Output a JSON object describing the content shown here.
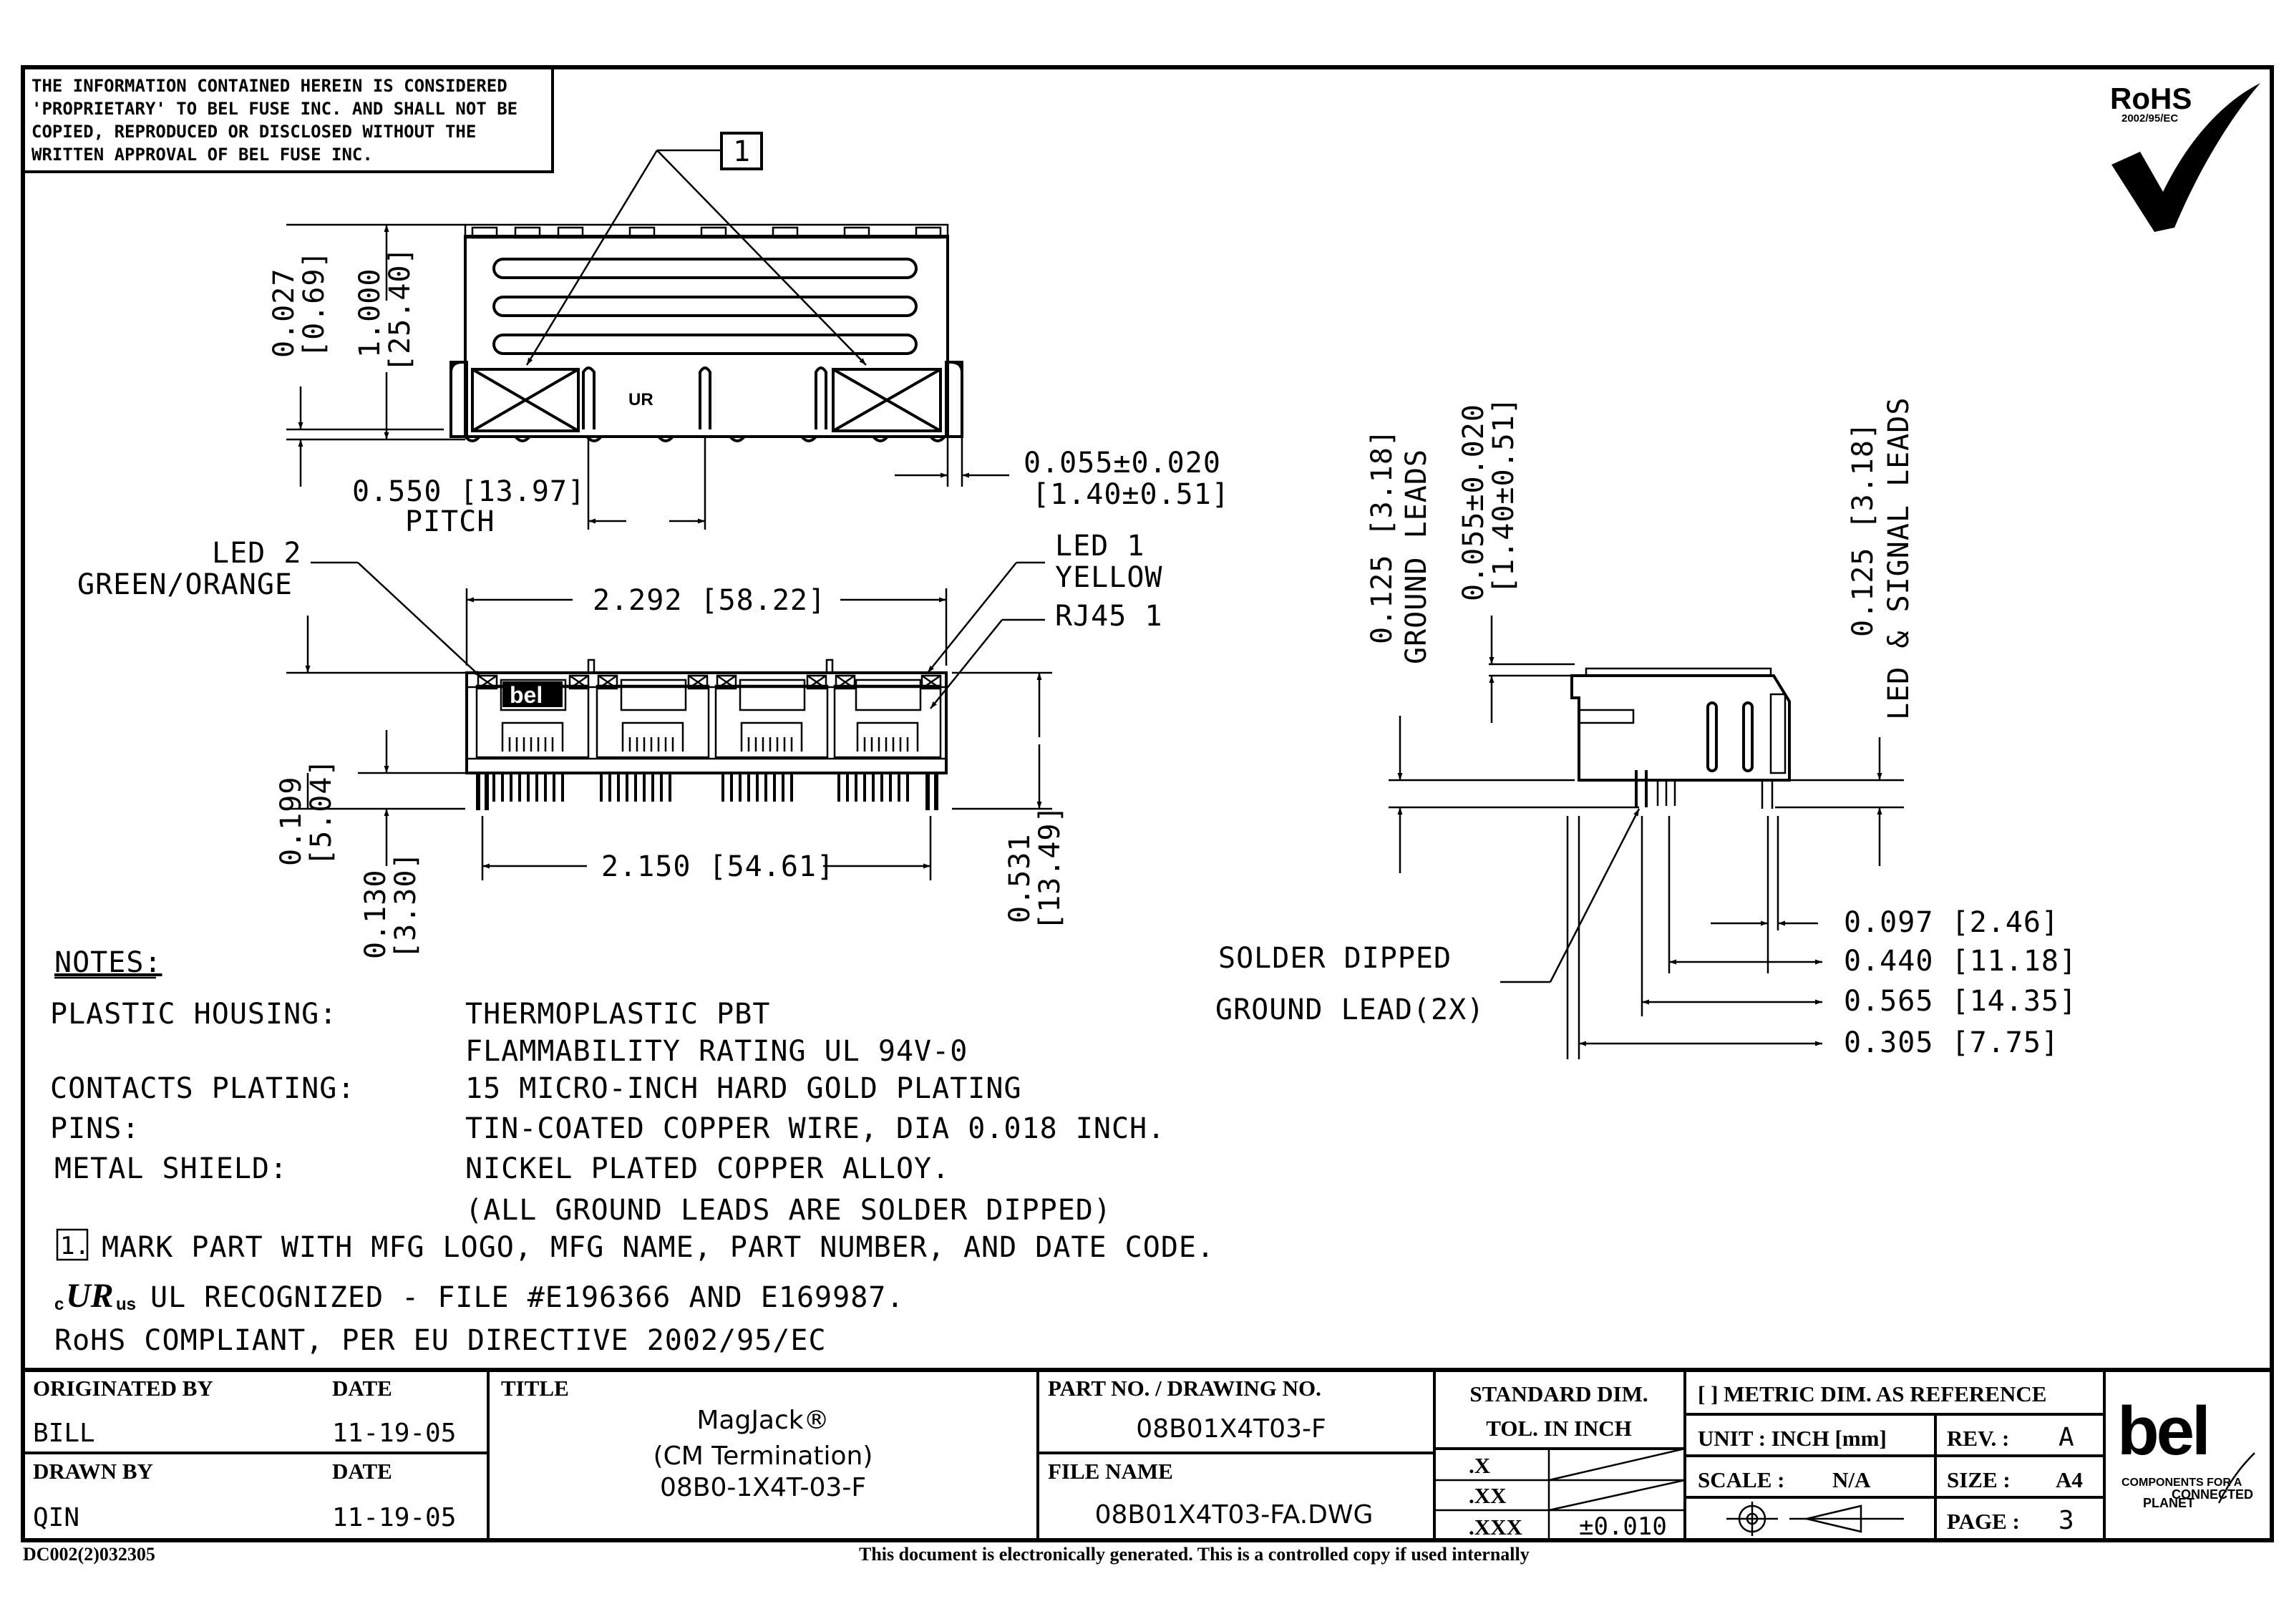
{
  "disclaimer": [
    "THE INFORMATION CONTAINED HEREIN IS CONSIDERED",
    "'PROPRIETARY' TO BEL FUSE INC. AND SHALL NOT BE",
    "COPIED, REPRODUCED OR DISCLOSED WITHOUT THE",
    "WRITTEN APPROVAL OF BEL FUSE INC."
  ],
  "rohs_badge": {
    "label": "RoHS",
    "directive": "2002/95/EC"
  },
  "top_view": {
    "note_marker": "1",
    "dim_height_in": "0.027",
    "dim_height_mm": "[0.69]",
    "dim_total_in": "1.000",
    "dim_total_mm": "[25.40]",
    "pitch_line1": "0.550 [13.97]",
    "pitch_line2": "PITCH",
    "offset_line1": "0.055±0.020",
    "offset_line2": "[1.40±0.51]"
  },
  "front_view": {
    "led2_line1": "LED 2",
    "led2_line2": "GREEN/ORANGE",
    "led1_line1": "LED 1",
    "led1_line2": "YELLOW",
    "rj45": "RJ45 1",
    "width_outer": "2.292 [58.22]",
    "width_inner": "2.150 [54.61]",
    "dim_a_in": "0.199",
    "dim_a_mm": "[5.04]",
    "dim_b_in": "0.130",
    "dim_b_mm": "[3.30]",
    "dim_c_in": "0.531",
    "dim_c_mm": "[13.49]",
    "brand": "bel"
  },
  "side_view": {
    "ground_in": "0.125 [3.18]",
    "ground_label": "GROUND LEADS",
    "offset_in": "0.055±0.020",
    "offset_mm": "[1.40±0.51]",
    "signal_in": "0.125 [3.18]",
    "signal_label": "LED & SIGNAL LEADS",
    "solder_line1": "SOLDER DIPPED",
    "solder_line2": "GROUND LEAD(2X)",
    "dim1": "0.097 [2.46]",
    "dim2": "0.440 [11.18]",
    "dim3": "0.565 [14.35]",
    "dim4": "0.305 [7.75]"
  },
  "notes": {
    "heading": "NOTES:",
    "rows": [
      {
        "label": "PLASTIC HOUSING:",
        "value": "THERMOPLASTIC   PBT"
      },
      {
        "label": "",
        "value": "FLAMMABILITY RATING UL 94V-0"
      },
      {
        "label": "CONTACTS PLATING:",
        "value": "15 MICRO-INCH HARD GOLD PLATING"
      },
      {
        "label": "PINS:",
        "value": "TIN-COATED COPPER WIRE, DIA 0.018 INCH."
      },
      {
        "label": "METAL SHIELD:",
        "value": "NICKEL PLATED COPPER ALLOY."
      },
      {
        "label": "",
        "value": "(ALL GROUND LEADS ARE SOLDER DIPPED)"
      }
    ],
    "mark_num": "1.",
    "mark_text": "MARK PART WITH MFG LOGO, MFG NAME, PART NUMBER, AND DATE CODE.",
    "ul_text": "UL RECOGNIZED - FILE #E196366 AND E169987.",
    "rohs_text": "RoHS COMPLIANT, PER EU DIRECTIVE 2002/95/EC"
  },
  "ul_mark": {
    "c": "c",
    "ur": "UR",
    "us": "us"
  },
  "title_block": {
    "originated_by_label": "ORIGINATED BY",
    "originated_by": "BILL",
    "date_label": "DATE",
    "originated_date": "11-19-05",
    "drawn_by_label": "DRAWN BY",
    "drawn_by": "QIN",
    "drawn_date": "11-19-05",
    "title_label": "TITLE",
    "title_line1": "MagJack®",
    "title_line2": "(CM Termination)",
    "title_line3": "08B0-1X4T-03-F",
    "part_no_label": "PART NO. / DRAWING NO.",
    "part_no": "08B01X4T03-F",
    "file_name_label": "FILE NAME",
    "file_name": "08B01X4T03-FA.DWG",
    "std_dim_line1": "STANDARD DIM.",
    "std_dim_line2": "TOL. IN INCH",
    "tol_x": ".X",
    "tol_xx": ".XX",
    "tol_xxx": ".XXX",
    "tol_xxx_val": "±0.010",
    "metric_ref": "[ ] METRIC DIM. AS REFERENCE",
    "unit": "UNIT : INCH [mm]",
    "rev_label": "REV. :",
    "rev": "A",
    "scale_label": "SCALE :",
    "scale": "N/A",
    "size_label": "SIZE :",
    "size": "A4",
    "page_label": "PAGE :",
    "page": "3",
    "logo": "bel",
    "logo_tag1": "COMPONENTS FOR A",
    "logo_tag2": "CONNECTED",
    "logo_tag3": "PLANET"
  },
  "footer": {
    "doc_code": "DC002(2)032305",
    "statement": "This document is electronically generated. This is a controlled copy if used internally"
  }
}
